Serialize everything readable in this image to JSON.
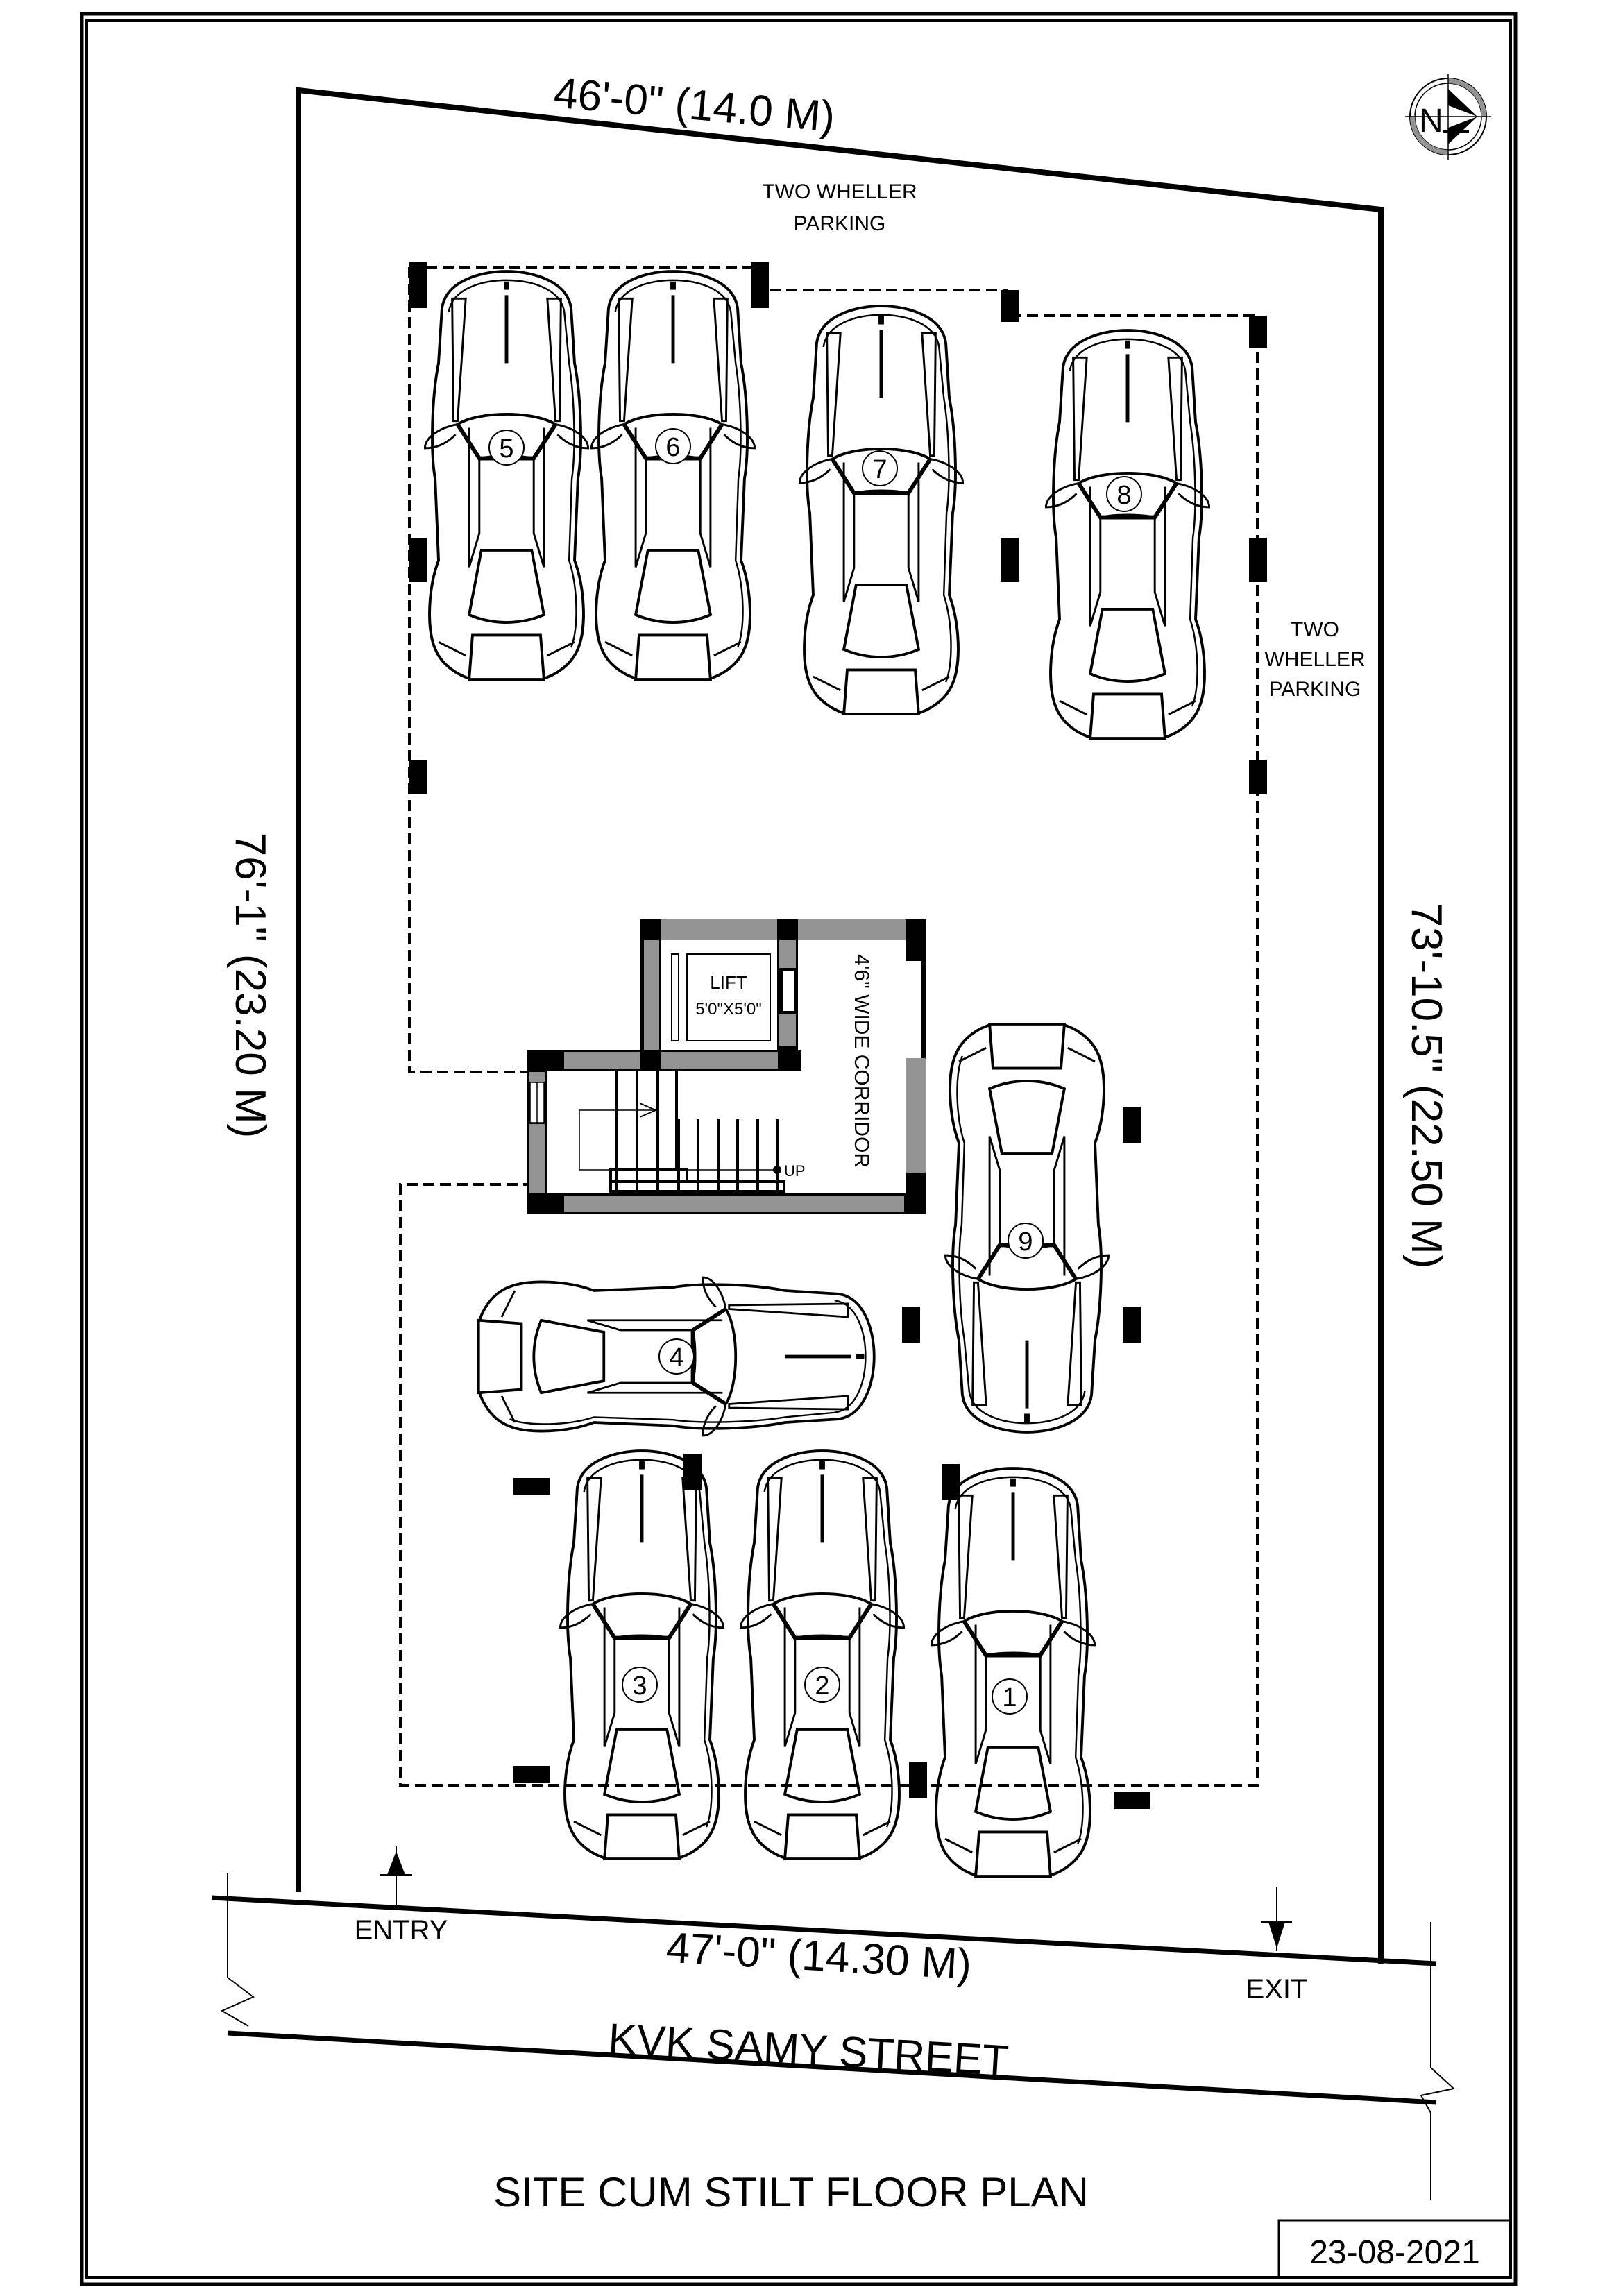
{
  "drawing": {
    "title": "SITE CUM STILT  FLOOR PLAN",
    "date": "23-08-2021",
    "street_name": "KVK SAMY STREET",
    "north_label": "N"
  },
  "dimensions": {
    "top": "46'-0\" (14.0 M)",
    "bottom": "47'-0\" (14.30 M)",
    "left": "76'-1\"  (23.20 M)",
    "right": "73'-10.5\" (22.50 M)"
  },
  "labels": {
    "two_wheeler_top_line1": "TWO WHELLER",
    "two_wheeler_top_line2": "PARKING",
    "two_wheeler_right_line1": "TWO",
    "two_wheeler_right_line2": "WHELLER",
    "two_wheeler_right_line3": "PARKING",
    "lift_line1": "LIFT",
    "lift_line2": "5'0\"X5'0\"",
    "corridor": "4'6\" WIDE CORRIDOR",
    "stair_up": "UP",
    "entry": "ENTRY",
    "exit": "EXIT"
  },
  "parking_slots": [
    {
      "number": "1"
    },
    {
      "number": "2"
    },
    {
      "number": "3"
    },
    {
      "number": "4"
    },
    {
      "number": "5"
    },
    {
      "number": "6"
    },
    {
      "number": "7"
    },
    {
      "number": "8"
    },
    {
      "number": "9"
    }
  ],
  "colors": {
    "line": "#000000",
    "wall_fill": "#939393",
    "background": "#ffffff"
  }
}
